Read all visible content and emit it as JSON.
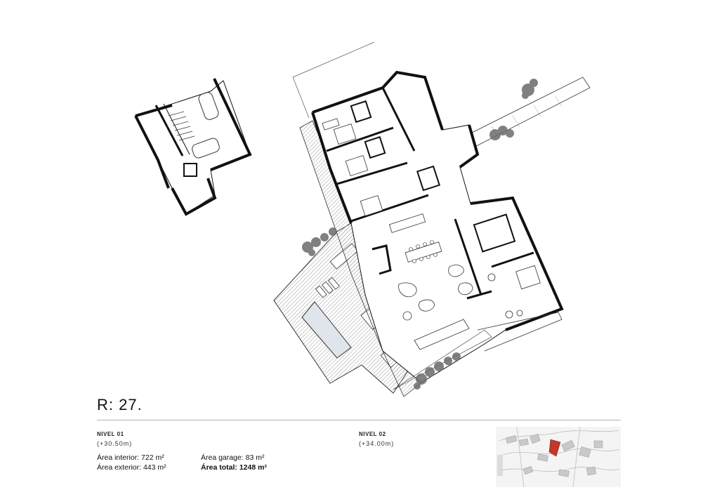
{
  "reference": {
    "title": "R: 27."
  },
  "levels": [
    {
      "name": "NIVEL 01",
      "elevation": "(+30.50m)"
    },
    {
      "name": "NIVEL 02",
      "elevation": "(+34.00m)"
    }
  ],
  "areas": {
    "interior": "Área interior: 722 m²",
    "exterior": "Área exterior: 443 m²",
    "garage": "Área garage: 83 m²",
    "total": "Área total: 1248 m²"
  },
  "colors": {
    "wall": "#111111",
    "hatch": "#9a9a9a",
    "pool": "#dfe5ea",
    "vegetation": "#6b6b6b",
    "site_highlight": "#c0392b"
  }
}
